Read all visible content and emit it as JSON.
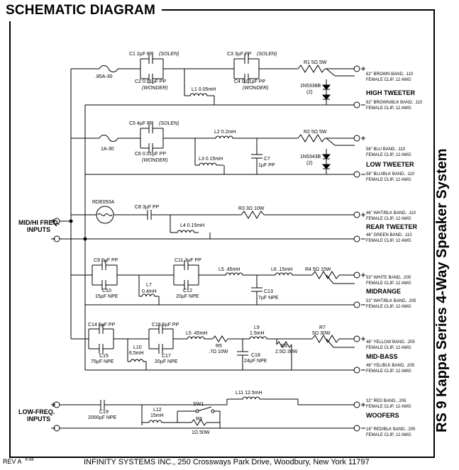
{
  "header": {
    "title": "SCHEMATIC DIAGRAM"
  },
  "side_title": "RS 9 Kappa Series 4-Way Speaker System",
  "footer": {
    "rev": "REV A",
    "rev_date": "6-98",
    "company": "INFINITY SYSTEMS INC., 250 Crossways Park Drive, Woodbury, New York 11797"
  },
  "inputs": {
    "mid_hi": [
      "MID/HI FREQ.",
      "INPUTS"
    ],
    "low": [
      "LOW-FREQ.",
      "INPUTS"
    ]
  },
  "sections": {
    "high": {
      "name": "HIGH TWEETER",
      "fuse": ".85A-30",
      "c1": "C1 2µF PP",
      "c1_brand": "(SOLEN)",
      "c2": "C2 0.01µF PP",
      "c2_brand": "(WONDER)",
      "c3": "C3 3µF PP",
      "c3_brand": "(SOLEN)",
      "c4": "C4 0.01µF PP",
      "c4_brand": "(WONDER)",
      "l1": "L1 0.05mH",
      "r1": "R1 5Ω 5W",
      "diode": "1N5338B",
      "diode_count": "(2)",
      "wire_pos": [
        "62\" BROWN BAND, .110",
        "FEMALE CLIP, 12 AWG"
      ],
      "wire_neg": [
        "62\" BROWN/BLK BAND, .110",
        "FEMALE CLIP, 12 AWG"
      ]
    },
    "low": {
      "name": "LOW TWEETER",
      "fuse": "1A-30",
      "c5": "C5 4µF PP",
      "c5_brand": "(SOLEN)",
      "c6": "C6 0.01µF PP",
      "c6_brand": "(WONDER)",
      "l2": "L2 0.2mH",
      "l3": "L3 0.15mH",
      "c7a": "C7",
      "c7b": "1µF PP",
      "r2": "R2 5Ω 5W",
      "diode": "1N5343B",
      "diode_count": "(2)",
      "wire_pos": [
        "58\" BLU BAND, .110",
        "FEMALE CLIP, 12 AWG"
      ],
      "wire_neg": [
        "58\" BLU/BLK BAND, .110",
        "FEMALE CLIP, 12 AWG"
      ]
    },
    "rear": {
      "name": "REAR TWEETER",
      "ptc": "RDE050A",
      "c8": "C8 3µF PP",
      "l4": "L4 0.15mH",
      "r3": "R3 3Ω 10W",
      "wire_pos": [
        "46\" WHT/BLK BAND, .110",
        "FEMALE CLIP, 12 AWG"
      ],
      "wire_neg": [
        "46\" GREEN BAND, .110",
        "FEMALE CLIP, 12 AWG"
      ]
    },
    "mid": {
      "name": "MIDRANGE",
      "c9": "C9 5µF PP",
      "c10a": "C10",
      "c10b": "15µF NPE",
      "c11": "C11 3µF PP",
      "c12a": "C12",
      "c12b": "20µF NPE",
      "l7a": "L7",
      "l7b": "0.4mH",
      "l5": "L5 .45mH",
      "l6": "L6 .15mH",
      "c13a": "C13",
      "c13b": "7µF NPE",
      "r4": "R4 5Ω 15W",
      "wire_pos": [
        "53\" WHITE BAND, .205",
        "FEMALE CLIP, 12 AWG"
      ],
      "wire_neg": [
        "53\" WHT/BLK BAND, .205",
        "FEMALE CLIP, 12 AWG"
      ]
    },
    "midbass": {
      "name": "MID-BASS",
      "c14": "C14 5µF PP",
      "c15a": "C15",
      "c15b": "75µF NPE",
      "c16": "C16 5µF PP",
      "c17a": "C17",
      "c17b": "20µF NPE",
      "l10a": "L10",
      "l10b": "6.5mH",
      "l5": "L5 .45mH",
      "r5a": "R5",
      ".r5": "",
      "r5b": ".7Ω 10W",
      "l9a": "L9",
      "l9b": "1.5mH",
      "r6a": "R6",
      "r6b": "2.5Ω 30W",
      "c18a": "C18",
      "c18b": "24µF NPE",
      "r7a": "R7",
      "r7b": "5Ω 30W",
      "wire_pos": [
        "46\" YELLOW BAND, .205",
        "FEMALE CLIP, 12 AWG"
      ],
      "wire_neg": [
        "46\" YEL/BLK BAND, .205",
        "FEMALE CLIP, 12 AWG"
      ]
    },
    "woofers": {
      "name": "WOOFERS",
      "c19a": "C19",
      "c19b": "2000µF NPE",
      "l11": "L11 12.5mH",
      "l12a": "L12",
      "l12b": "15mH",
      "sw1": "SW1",
      "r8a": "R8",
      "r8b": "1Ω 50W",
      "wire_pos": [
        "32\" RED BAND, .205",
        "FEMALE CLIP, 12 AWG"
      ],
      "wire_neg": [
        "18\" RED/BLK BAND, .205",
        "FEMALE CLIP, 12 AWG"
      ]
    }
  }
}
